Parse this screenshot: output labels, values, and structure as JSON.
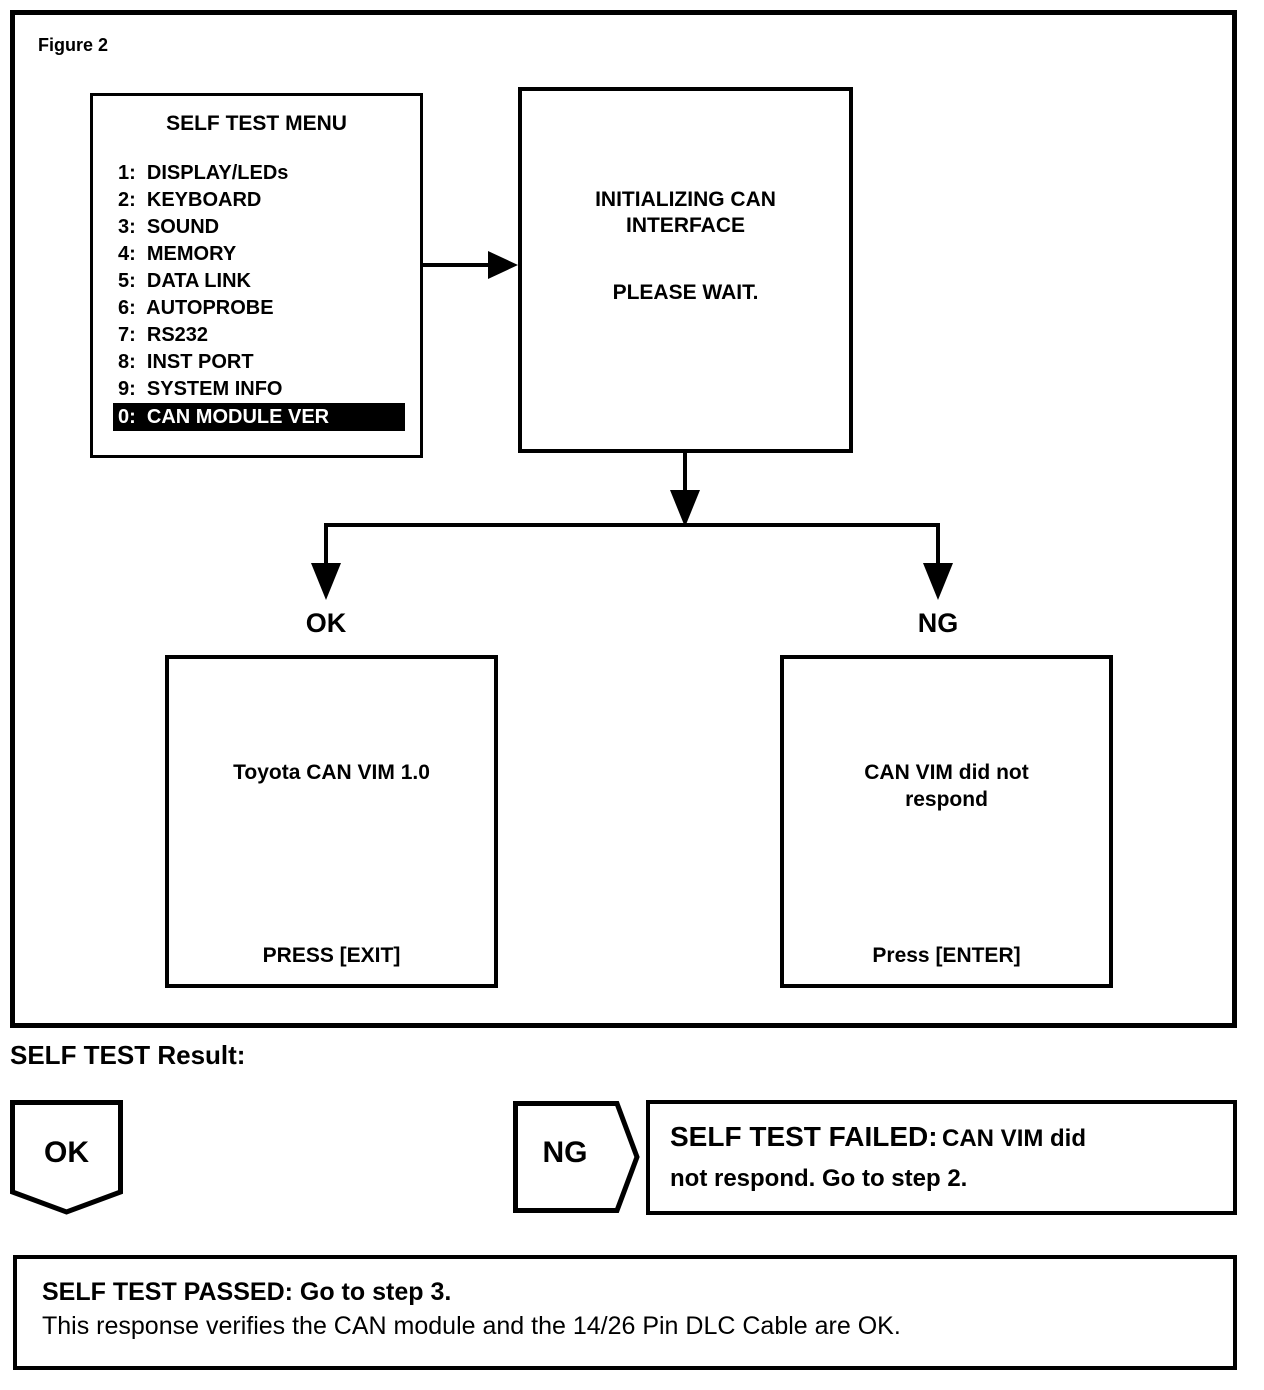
{
  "figure_label": "Figure 2",
  "colors": {
    "ink": "#000000",
    "paper": "#ffffff",
    "highlight_bg": "#000000",
    "highlight_text": "#ffffff"
  },
  "flowchart": {
    "menu": {
      "title": "SELF TEST MENU",
      "items": [
        "1:  DISPLAY/LEDs",
        "2:  KEYBOARD",
        "3:  SOUND",
        "4:  MEMORY",
        "5:  DATA LINK",
        "6:  AUTOPROBE",
        "7:  RS232",
        "8:  INST PORT",
        "9:  SYSTEM INFO",
        "0:  CAN MODULE VER"
      ],
      "highlighted_item": "0:  CAN MODULE VER"
    },
    "init_box": {
      "message": "INITIALIZING CAN INTERFACE",
      "wait": "PLEASE WAIT."
    },
    "branches": {
      "ok": "OK",
      "ng": "NG"
    },
    "ok_box": {
      "message": "Toyota CAN VIM 1.0",
      "action": "PRESS [EXIT]"
    },
    "ng_box": {
      "message": "CAN VIM did not respond",
      "action": "Press [ENTER]"
    }
  },
  "result": {
    "heading": "SELF TEST Result:",
    "ok_badge": "OK",
    "ng_badge": "NG",
    "failed": {
      "heading": "SELF TEST FAILED:",
      "line1_rest": "CAN VIM did",
      "line2": "not respond. Go to step 2."
    },
    "passed": {
      "line1": "SELF TEST PASSED: Go to step 3.",
      "line2": "This response verifies the CAN module and the 14/26 Pin DLC Cable are OK."
    }
  }
}
